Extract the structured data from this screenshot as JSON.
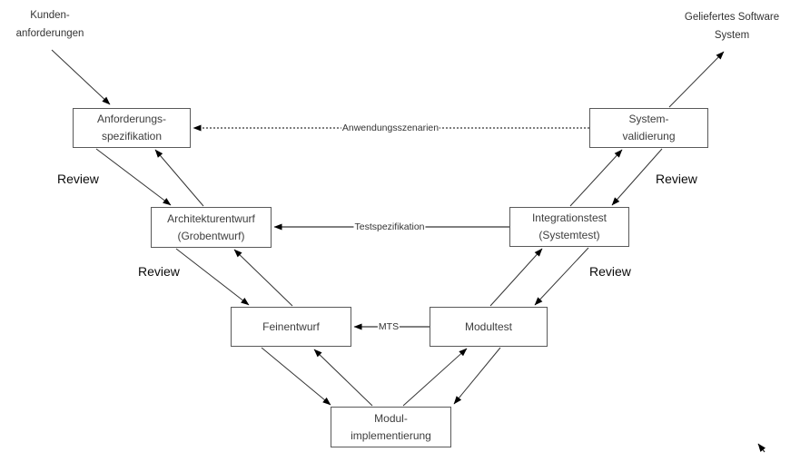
{
  "colors": {
    "background": "#ffffff",
    "box_border": "#595959",
    "box_text": "#3d3d3d",
    "line": "#333333",
    "arrowhead": "#000000",
    "annotation_text": "#333333",
    "review_text": "#0a0a0a"
  },
  "external_labels": {
    "input": "Kunden-\nanforderungen",
    "output": "Geliefertes Software\nSystem"
  },
  "boxes": [
    {
      "id": "anforderungsspezifikation",
      "label": "Anforderungs-\nspezifikation"
    },
    {
      "id": "systemvalidierung",
      "label": "System-\nvalidierung"
    },
    {
      "id": "architekturentwurf",
      "label": "Architekturentwurf\n(Grobentwurf)"
    },
    {
      "id": "integrationstest",
      "label": "Integrationstest\n(Systemtest)"
    },
    {
      "id": "feinentwurf",
      "label": "Feinentwurf"
    },
    {
      "id": "modultest",
      "label": "Modultest"
    },
    {
      "id": "modulimplementierung",
      "label": "Modul-\nimplementierung"
    }
  ],
  "connector_labels": {
    "anwendungsszenarien": "Anwendungsszenarien",
    "testspezifikation": "Testspezifikation",
    "mts": "MTS"
  },
  "review_labels": {
    "left_top": "Review",
    "left_middle": "Review",
    "right_top": "Review",
    "right_middle": "Review"
  }
}
